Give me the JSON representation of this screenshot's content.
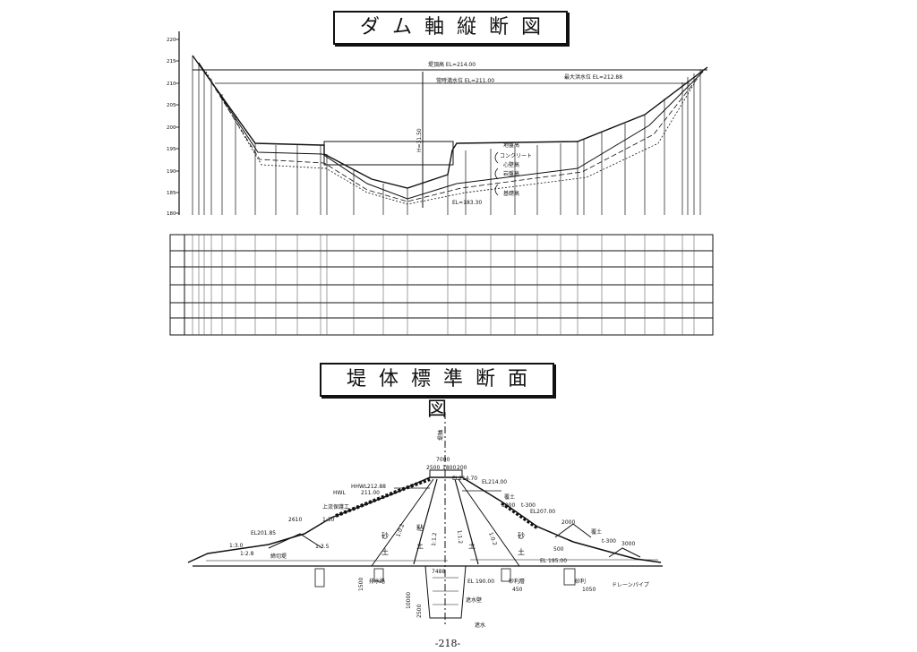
{
  "titles": {
    "longitudinal": "ダム軸縦断図",
    "cross_section": "堤体標準断面図"
  },
  "longitudinal": {
    "axis_ticks": [
      "220",
      "215",
      "210",
      "205",
      "200",
      "195",
      "190",
      "185",
      "180"
    ],
    "labels": {
      "crest": "堤頂高 EL=214.00",
      "max_level": "最大洪水位 EL=212.88",
      "normal_level": "常時満水位 EL=211.00",
      "height": "H=31.50",
      "bottom": "EL=183.30",
      "ground": "地盤高",
      "concrete": "コンクリート",
      "core": "心壁高",
      "rock": "岩盤高",
      "foundation": "基礎高"
    }
  },
  "cross_section": {
    "labels": {
      "axis": "堤軸",
      "top_width": "7000",
      "w2500": "2500",
      "w1800": "1800",
      "w200": "200",
      "hhwl": "HHWL",
      "hhwl_val": "212.88",
      "hwl": "HWL",
      "hwl_val": "211.00",
      "crest_left": "EL214.70",
      "crest_right": "EL214.00",
      "upstream_protect": "上流保護工",
      "w2610": "2610",
      "el_201": "EL201.85",
      "slope_130": "1:30",
      "slope_133": "1:3.0",
      "slope_135": "1:3.5",
      "slope_128": "1:2.8",
      "filter": "締切堤",
      "cover_soil": "覆土",
      "w3000a": "3000",
      "t300a": "t-300",
      "el_207": "EL207.00",
      "w2000": "2000",
      "cover_soil2": "覆土",
      "t300b": "t-300",
      "w3000b": "3000",
      "w500": "500",
      "slope_10a": "1:0.2",
      "slope_10b": "1:0.2",
      "slope_12a": "1:1.2",
      "slope_12b": "1:1.2",
      "zone_right": "砂",
      "zone_left": "砂",
      "zone_core": "粘",
      "earth_a": "土",
      "earth_b": "土",
      "earth_c": "土",
      "earth_d": "土",
      "el_1950": "EL 195.00",
      "w7488": "7488",
      "el_19000": "EL 190.00",
      "w1500": "1500",
      "drain": "排水路",
      "filter_drain": "砂利層",
      "w450": "450",
      "drain2": "砂利",
      "w1050": "1050",
      "drain_pipe": "ドレーンパイプ",
      "grout": "遮水壁",
      "w10000": "10000",
      "w2500b": "2500",
      "cutoff": "遮水"
    }
  },
  "page_number": "-218-"
}
